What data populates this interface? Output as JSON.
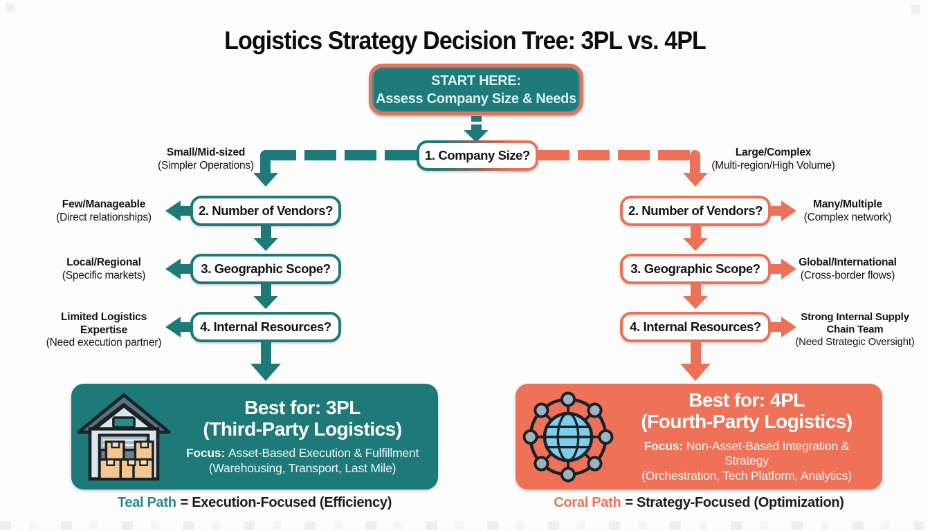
{
  "title": "Logistics Strategy Decision Tree: 3PL vs. 4PL",
  "colors": {
    "teal": "#1d7a78",
    "coral": "#ec7157"
  },
  "start_box": {
    "line1": "START HERE:",
    "line2": "Assess Company Size & Needs"
  },
  "question1": "1. Company Size?",
  "branches": {
    "left": {
      "label": "Small/Mid-sized",
      "sublabel": "(Simpler Operations)"
    },
    "right": {
      "label": "Large/Complex",
      "sublabel": "(Multi-region/High Volume)"
    }
  },
  "left_path": {
    "q2": "2. Number of Vendors?",
    "a2": "Few/Manageable",
    "a2_sub": "(Direct relationships)",
    "q3": "3. Geographic Scope?",
    "a3": "Local/Regional",
    "a3_sub": "(Specific markets)",
    "q4": "4. Internal Resources?",
    "a4_line1": "Limited Logistics",
    "a4_line2": "Expertise",
    "a4_sub": "(Need execution partner)",
    "result_title1": "Best for: 3PL",
    "result_title2": "(Third-Party Logistics)",
    "focus_label": "Focus:",
    "focus_text": "Asset-Based Execution & Fulfillment",
    "focus_sub": "(Warehousing, Transport, Last Mile)",
    "legend_term": "Teal Path",
    "legend_rest": "= Execution-Focused (Efficiency)"
  },
  "right_path": {
    "q2": "2. Number of Vendors?",
    "a2": "Many/Multiple",
    "a2_sub": "(Complex network)",
    "q3": "3. Geographic Scope?",
    "a3": "Global/International",
    "a3_sub": "(Cross-border flows)",
    "q4": "4. Internal Resources?",
    "a4_line1": "Strong Internal Supply",
    "a4_line2": "Chain Team",
    "a4_sub": "(Need Strategic Oversight)",
    "result_title1": "Best for: 4PL",
    "result_title2": "(Fourth-Party Logistics)",
    "focus_label": "Focus:",
    "focus_text": "Non-Asset-Based Integration & Strategy",
    "focus_sub": "(Orchestration, Tech Platform, Analytics)",
    "legend_term": "Coral Path",
    "legend_rest": "= Strategy-Focused (Optimization)"
  }
}
